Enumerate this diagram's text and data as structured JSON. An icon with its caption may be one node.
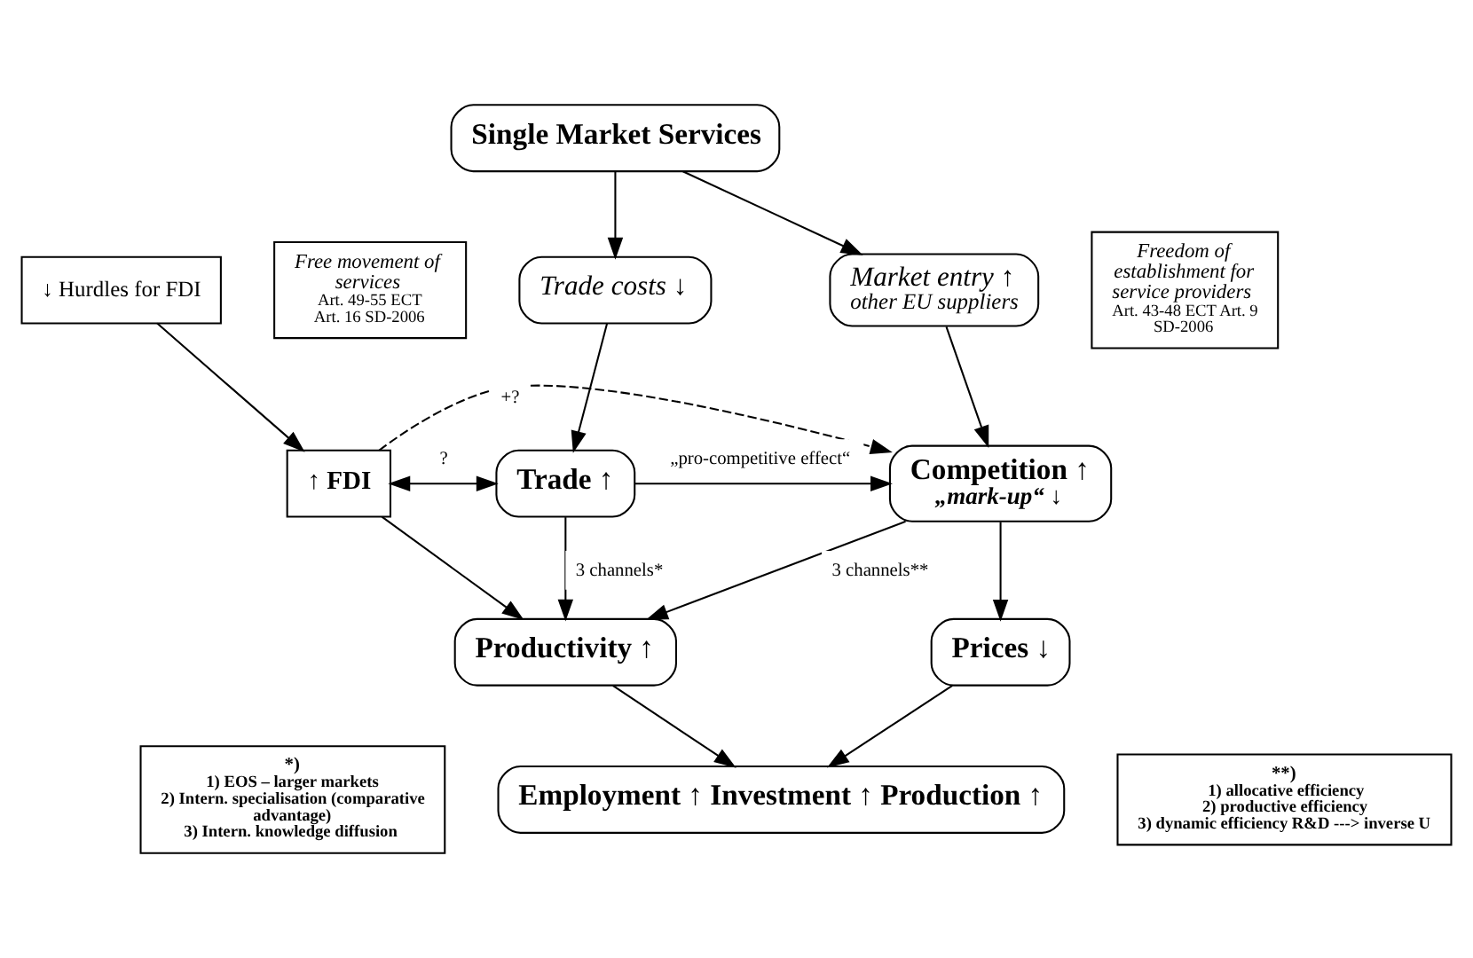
{
  "diagram": {
    "nodes": [
      {
        "text": [
          "Single Market Services"
        ]
      },
      {
        "text": [
          "↓ Hurdles for FDI"
        ]
      },
      {
        "text": [
          "Free movement of services",
          "Art. 49-55 ECT Art. 16 SD-2006"
        ]
      },
      {
        "text": [
          "Trade costs ↓"
        ]
      },
      {
        "text": [
          "Market entry ↑",
          "other EU suppliers"
        ]
      },
      {
        "text": [
          "Freedom of establishment for service providers",
          "Art. 43-48 ECT Art. 9 SD-2006"
        ]
      },
      {
        "text": [
          "↑ FDI"
        ]
      },
      {
        "text": [
          "Trade ↑"
        ]
      },
      {
        "text": [
          "Competition ↑",
          "„mark-up“ ↓"
        ]
      },
      {
        "text": [
          "Productivity ↑"
        ]
      },
      {
        "text": [
          "Prices ↓"
        ]
      },
      {
        "text": [
          "Employment ↑ Investment ↑ Production ↑"
        ]
      },
      {
        "text": [
          "*)",
          "1) EOS – larger markets",
          "2) Intern. specialisation (comparative advantage)",
          "3) Intern. knowledge diffusion"
        ]
      },
      {
        "text": [
          "**)",
          "1) allocative efficiency",
          "2) productive efficiency",
          "3) dynamic efficiency R&D ---> inverse U"
        ]
      }
    ],
    "edges": [
      {
        "from": 0,
        "to": 3,
        "arrow": "to"
      },
      {
        "from": 0,
        "to": 4,
        "arrow": "to"
      },
      {
        "from": 1,
        "to": 6,
        "arrow": "to"
      },
      {
        "from": 3,
        "to": 7,
        "arrow": "to"
      },
      {
        "from": 4,
        "to": 8,
        "arrow": "to"
      },
      {
        "from": 6,
        "to": 8,
        "arrow": "to",
        "label": "+?",
        "style": "dashed"
      },
      {
        "from": 6,
        "to": 7,
        "arrow": "both",
        "label": "?"
      },
      {
        "from": 7,
        "to": 8,
        "arrow": "to",
        "label": "„pro-competitive effect“"
      },
      {
        "from": 7,
        "to": 9,
        "arrow": "to",
        "label": "3 channels*"
      },
      {
        "from": 8,
        "to": 9,
        "arrow": "to",
        "label": "3 channels**"
      },
      {
        "from": 8,
        "to": 10,
        "arrow": "to"
      },
      {
        "from": 6,
        "to": 9,
        "arrow": "to"
      },
      {
        "from": 9,
        "to": 11,
        "arrow": "to"
      },
      {
        "from": 10,
        "to": 11,
        "arrow": "to"
      }
    ]
  }
}
